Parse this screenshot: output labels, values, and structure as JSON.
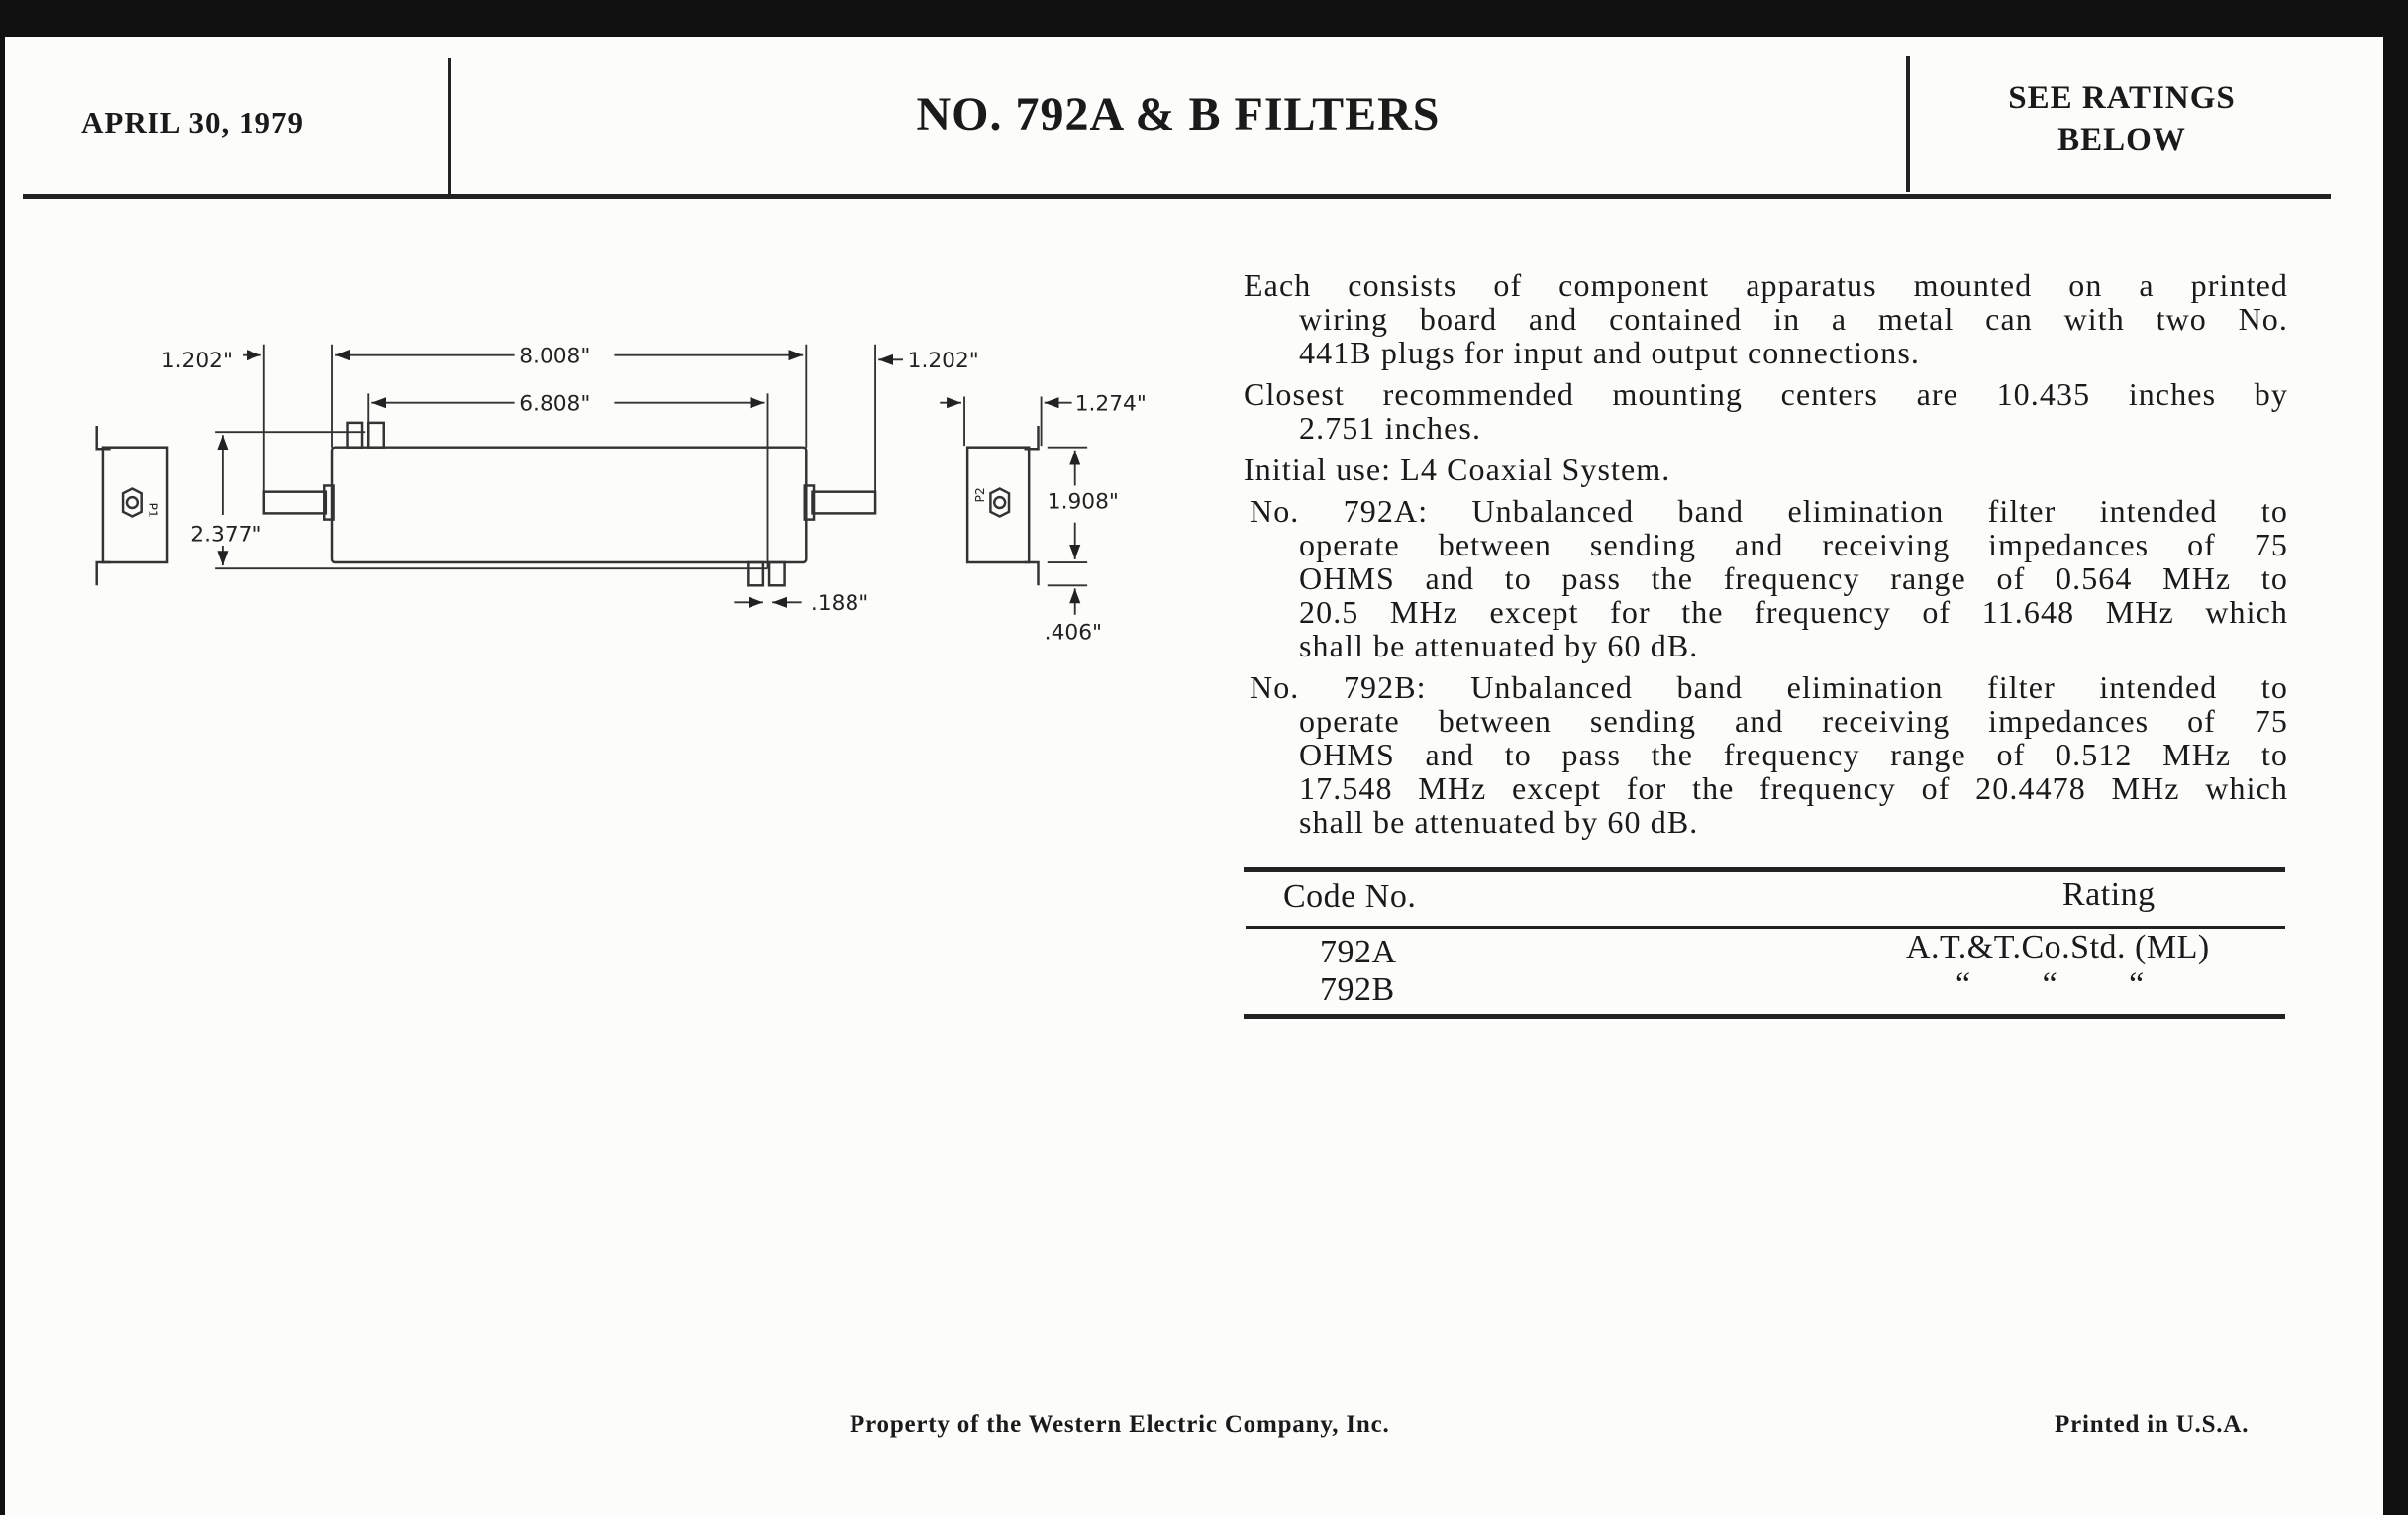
{
  "header": {
    "date": "APRIL 30, 1979",
    "title": "NO. 792A & B FILTERS",
    "ratings_line1": "SEE RATINGS",
    "ratings_line2": "BELOW"
  },
  "drawing": {
    "dim_overall_length": "8.008\"",
    "dim_pin_spacing": "6.808\"",
    "dim_left_stub": "1.202\"",
    "dim_right_stub": "1.202\"",
    "dim_height": "2.377\"",
    "dim_end_width": "1.274\"",
    "dim_can_height": "1.908\"",
    "dim_flange": ".406\"",
    "dim_pin_width": ".188\"",
    "plug_left": "P1",
    "plug_right": "P2"
  },
  "description": {
    "paragraphs": [
      {
        "lines": [
          "Each consists of component apparatus mounted on a printed",
          "wiring board and contained in a metal can with two No.",
          "441B plugs for input and output connections."
        ]
      },
      {
        "lines": [
          "Closest recommended mounting centers are 10.435 inches by",
          "2.751 inches."
        ]
      },
      {
        "lines": [
          "Initial use: L4 Coaxial System."
        ]
      },
      {
        "lines": [
          "No. 792A: Unbalanced band elimination filter intended to",
          "operate between sending and receiving impedances of 75",
          "OHMS and to pass the frequency range of 0.564 MHz to",
          "20.5 MHz except for the frequency of 11.648 MHz which",
          "shall be attenuated by 60 dB."
        ]
      },
      {
        "lines": [
          "No. 792B: Unbalanced band elimination filter intended to",
          "operate between sending and receiving impedances of 75",
          "OHMS and to pass the frequency range of 0.512 MHz to",
          "17.548 MHz except for the frequency of 20.4478 MHz which",
          "shall be attenuated by 60 dB."
        ]
      }
    ]
  },
  "table": {
    "headers": [
      "Code No.",
      "Rating"
    ],
    "rows": [
      {
        "code": "792A",
        "rating": "A.T.&T.Co.Std. (ML)"
      },
      {
        "code": "792B",
        "rating": "“        “        “"
      }
    ]
  },
  "footer": {
    "left": "Property of the Western Electric Company, Inc.",
    "right": "Printed in U.S.A."
  }
}
